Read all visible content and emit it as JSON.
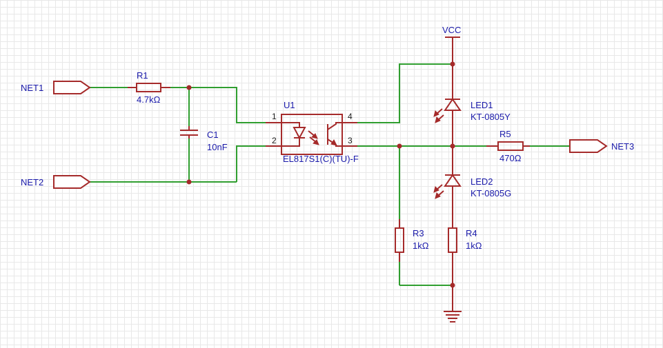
{
  "nets": {
    "net1": "NET1",
    "net2": "NET2",
    "net3": "NET3",
    "vcc": "VCC"
  },
  "components": {
    "r1": {
      "ref": "R1",
      "value": "4.7kΩ"
    },
    "c1": {
      "ref": "C1",
      "value": "10nF"
    },
    "u1": {
      "ref": "U1",
      "value": "EL817S1(C)(TU)-F",
      "pins": [
        "1",
        "2",
        "3",
        "4"
      ]
    },
    "led1": {
      "ref": "LED1",
      "value": "KT-0805Y"
    },
    "led2": {
      "ref": "LED2",
      "value": "KT-0805G"
    },
    "r5": {
      "ref": "R5",
      "value": "470Ω"
    },
    "r3": {
      "ref": "R3",
      "value": "1kΩ"
    },
    "r4": {
      "ref": "R4",
      "value": "1kΩ"
    }
  },
  "colors": {
    "wire": "#2f9e2f",
    "component": "#a52a2a",
    "label": "#1a1aaa",
    "grid": "#e8e8e8"
  }
}
